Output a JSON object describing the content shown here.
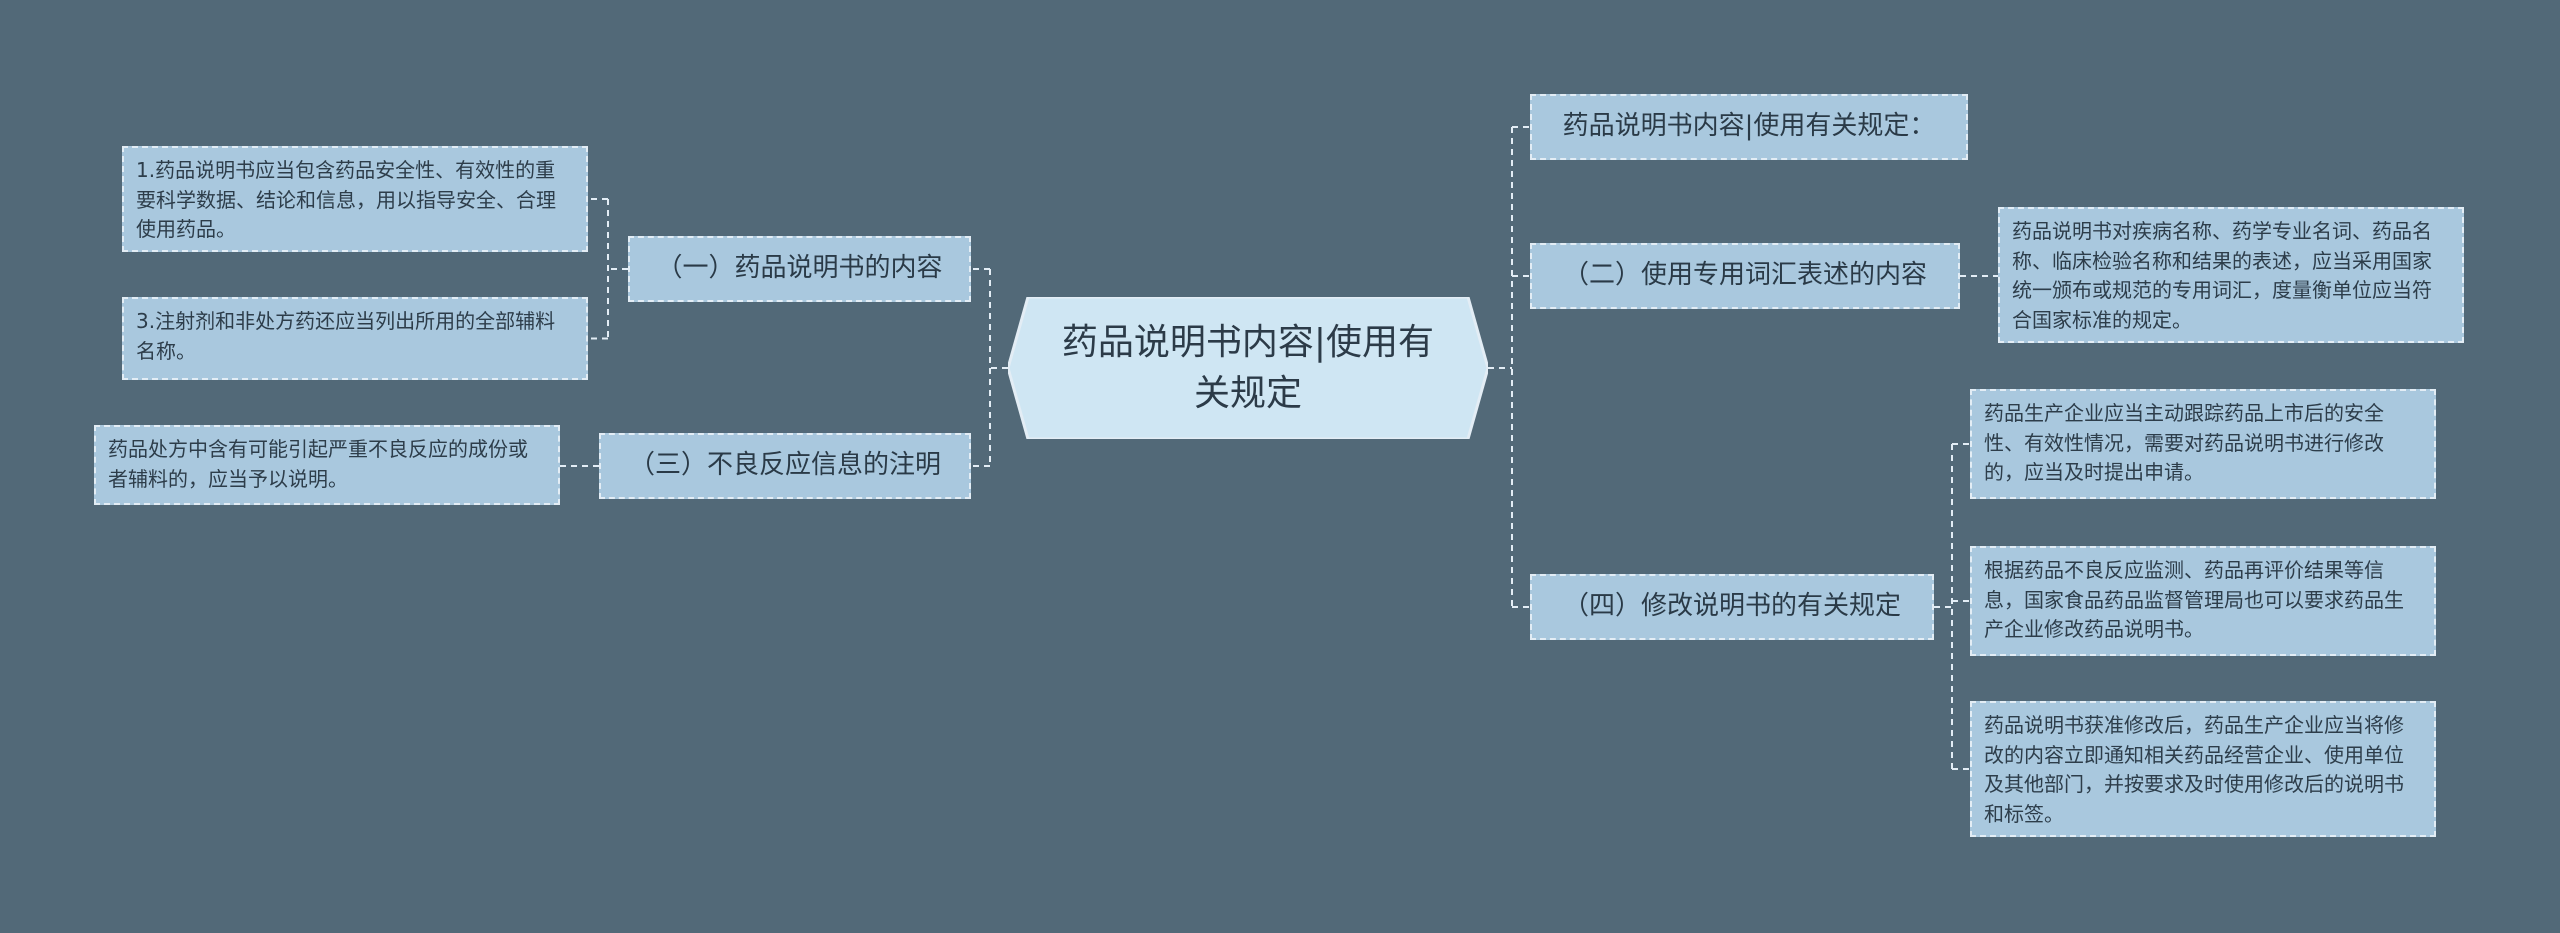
{
  "root": {
    "text": "药品说明书内容|使用有关规定"
  },
  "left": [
    {
      "label": "（一）药品说明书的内容",
      "children": [
        "1.药品说明书应当包含药品安全性、有效性的重要科学数据、结论和信息，用以指导安全、合理使用药品。",
        "3.注射剂和非处方药还应当列出所用的全部辅料名称。"
      ]
    },
    {
      "label": "（三）不良反应信息的注明",
      "children": [
        "药品处方中含有可能引起严重不良反应的成份或者辅料的，应当予以说明。"
      ]
    }
  ],
  "right": [
    {
      "label": "药品说明书内容|使用有关规定：",
      "children": []
    },
    {
      "label": "（二）使用专用词汇表述的内容",
      "children": [
        "药品说明书对疾病名称、药学专业名词、药品名称、临床检验名称和结果的表述，应当采用国家统一颁布或规范的专用词汇，度量衡单位应当符合国家标准的规定。"
      ]
    },
    {
      "label": "（四）修改说明书的有关规定",
      "children": [
        "药品生产企业应当主动跟踪药品上市后的安全性、有效性情况，需要对药品说明书进行修改的，应当及时提出申请。",
        "根据药品不良反应监测、药品再评价结果等信息，国家食品药品监督管理局也可以要求药品生产企业修改药品说明书。",
        "药品说明书获准修改后，药品生产企业应当将修改的内容立即通知相关药品经营企业、使用单位及其他部门，并按要求及时使用修改后的说明书和标签。"
      ]
    }
  ],
  "colors": {
    "background": "#526978",
    "node_fill": "#a9c8de",
    "root_fill": "#cfe6f3",
    "line": "#e3edf5"
  }
}
